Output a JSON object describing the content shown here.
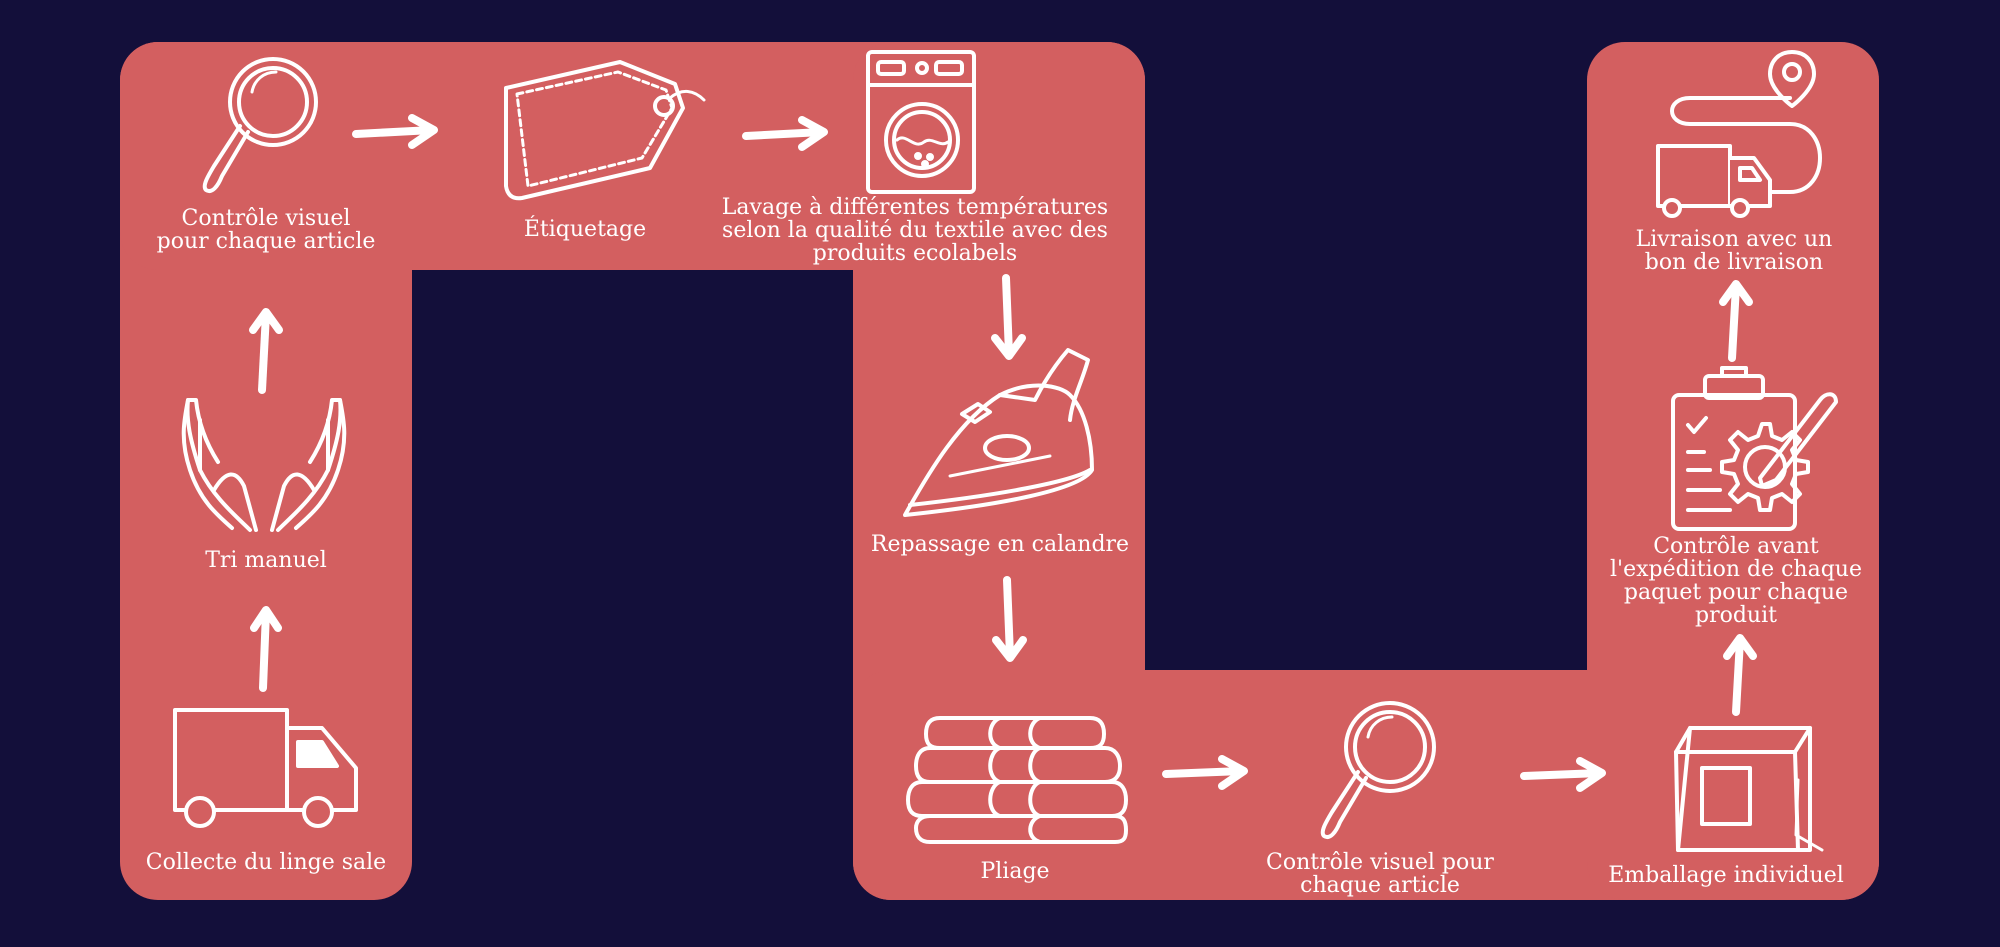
{
  "colors": {
    "background": "#130f3a",
    "path": "#d35f60",
    "ink": "#ffffff"
  },
  "steps": [
    {
      "label": "Collecte du linge sale",
      "icon": "delivery-truck-icon"
    },
    {
      "label": "Tri manuel",
      "icon": "hands-icon"
    },
    {
      "label": "Contrôle visuel\npour chaque article",
      "icon": "magnifier-icon"
    },
    {
      "label": "Étiquetage",
      "icon": "tag-icon"
    },
    {
      "label": "Lavage à différentes températures\nselon la qualité du textile avec des\nproduits ecolabels",
      "icon": "washing-machine-icon"
    },
    {
      "label": "Repassage en calandre",
      "icon": "iron-icon"
    },
    {
      "label": "Pliage",
      "icon": "folded-towels-icon"
    },
    {
      "label": "Contrôle visuel pour\nchaque article",
      "icon": "magnifier-icon"
    },
    {
      "label": "Emballage individuel",
      "icon": "paper-bag-icon"
    },
    {
      "label": "Contrôle avant\nl'expédition de chaque\npaquet pour chaque\nproduit",
      "icon": "clipboard-gear-icon"
    },
    {
      "label": "Livraison avec un\nbon de livraison",
      "icon": "truck-route-icon"
    }
  ]
}
